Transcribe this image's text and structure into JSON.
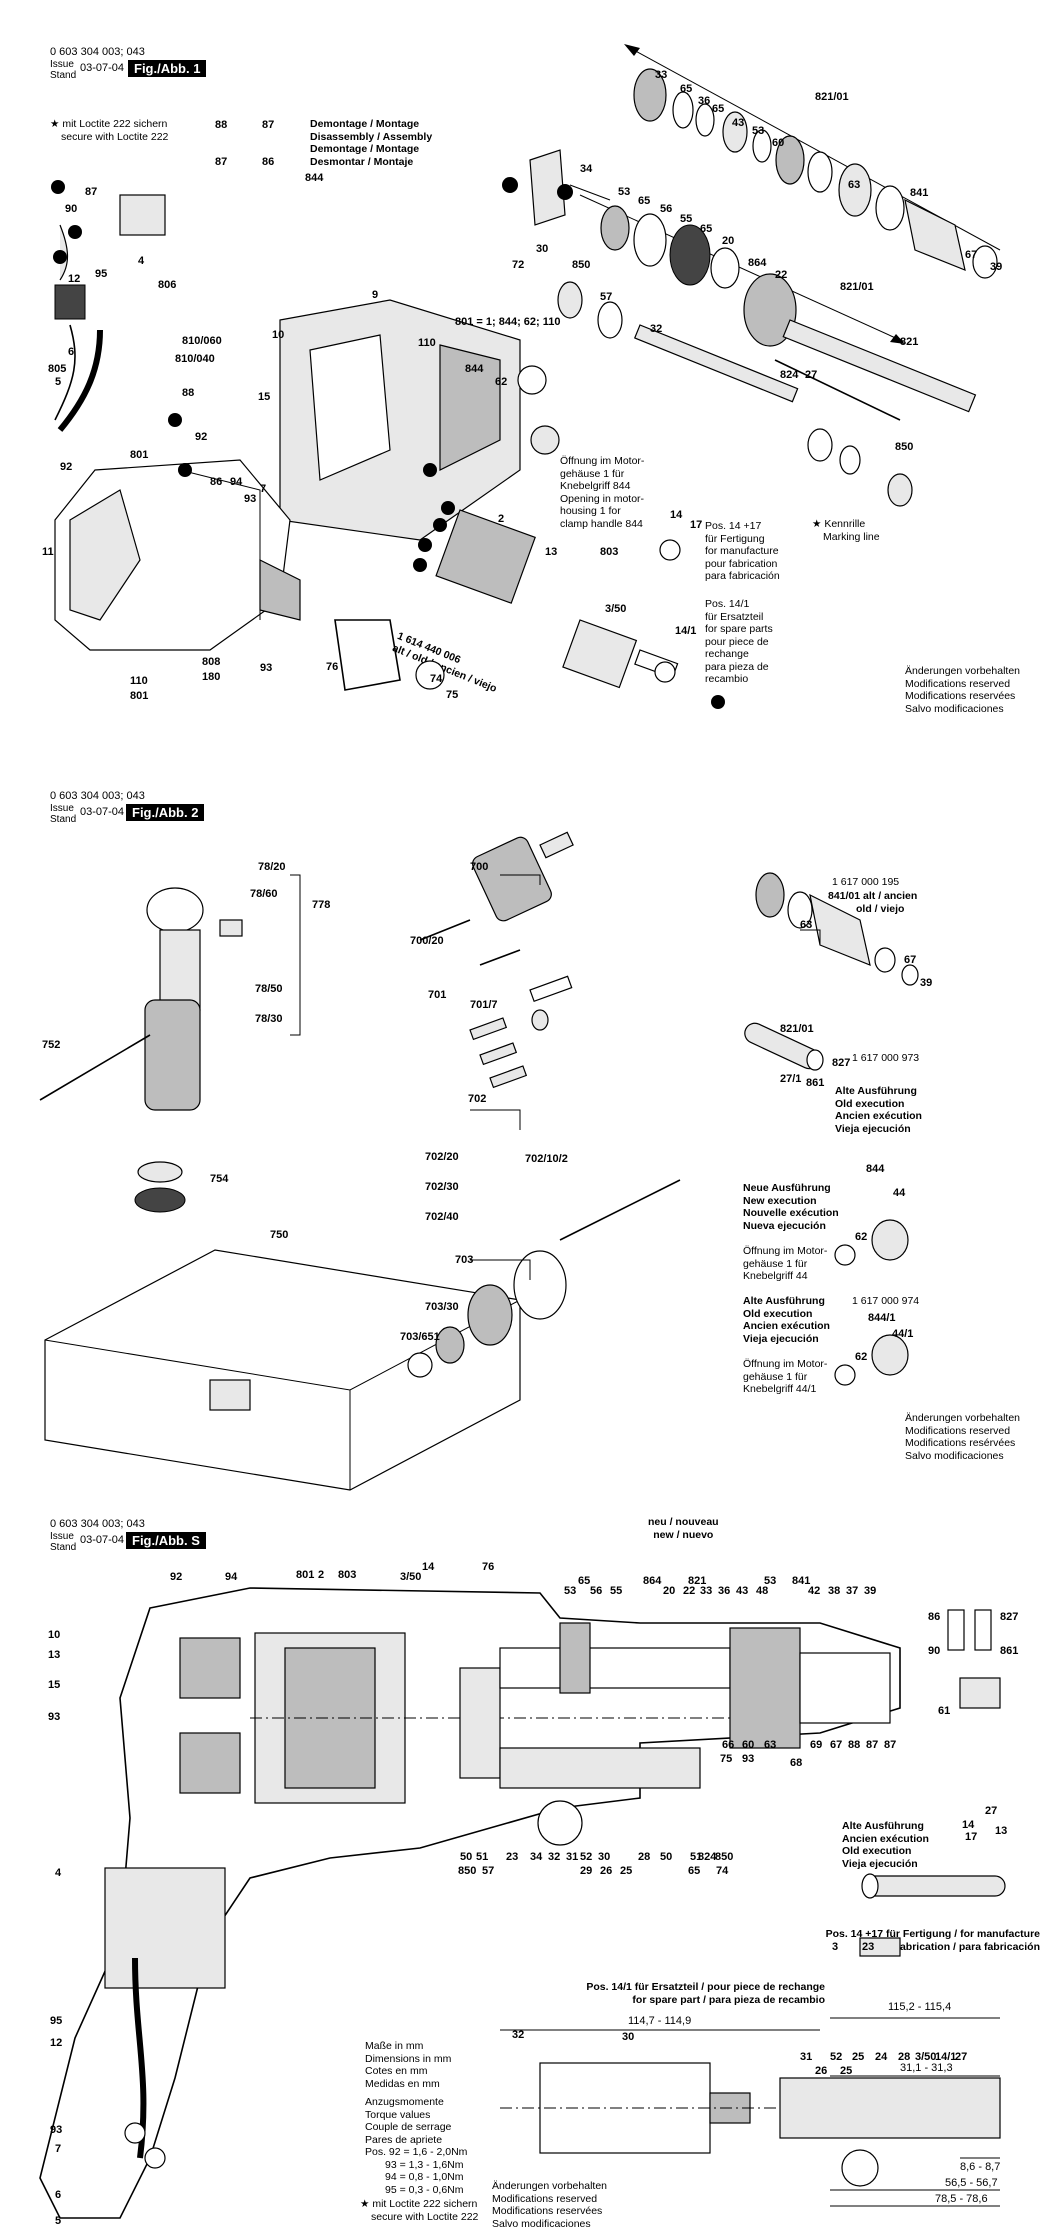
{
  "doc": {
    "number": "0 603 304 003; 043",
    "issue_label": "Issue",
    "stand_label": "Stand",
    "date": "03-07-04"
  },
  "fig1": {
    "label": "Fig./Abb. 1",
    "loctite": [
      "mit Loctite 222 sichern",
      "secure with Loctite 222"
    ],
    "demontage": [
      "Demontage / Montage",
      "Disassembly / Assembly",
      "Demontage / Montage",
      "Desmontar / Montaje"
    ],
    "opening": [
      "Öffnung im Motor-",
      "gehäuse 1 für",
      "Knebelgriff 844",
      "Opening in motor-",
      "housing 1 for",
      "clamp handle 844"
    ],
    "kennrille": [
      "Kennrille",
      "Marking line"
    ],
    "pos14": [
      "Pos. 14 +17",
      "für Fertigung",
      "for manufacture",
      "pour fabrication",
      "para fabricación"
    ],
    "pos14_1": [
      "Pos. 14/1",
      "für Ersatzteil",
      "for spare parts",
      "pour piece de",
      "rechange",
      "para pieza de",
      "recambio"
    ],
    "old_part": [
      "1 614 440 006",
      "alt / old / ancien / viejo"
    ],
    "changes": [
      "Änderungen vorbehalten",
      "Modifications reserved",
      "Modifications reservées",
      "Salvo modificaciones"
    ],
    "callouts": [
      "33",
      "65",
      "36",
      "65",
      "43",
      "53",
      "60",
      "821/01",
      "63",
      "841",
      "67",
      "39",
      "34",
      "53",
      "65",
      "56",
      "55",
      "65",
      "20",
      "864",
      "22",
      "821/01",
      "72",
      "30",
      "850",
      "57",
      "32",
      "821",
      "824",
      "27",
      "850",
      "87",
      "90",
      "95",
      "806",
      "4",
      "12",
      "6",
      "805",
      "5",
      "10",
      "810/060",
      "810/040",
      "88",
      "15",
      "92",
      "86",
      "94",
      "9",
      "801 = 1; 844; 62; 110",
      "844",
      "62",
      "110",
      "801",
      "92",
      "11",
      "7",
      "93",
      "2",
      "13",
      "803",
      "3/50",
      "14/1",
      "14",
      "17",
      "808",
      "180",
      "110",
      "801",
      "93",
      "76",
      "75",
      "74",
      "844",
      "88",
      "87",
      "87",
      "86"
    ]
  },
  "fig2": {
    "label": "Fig./Abb. 2",
    "part_1617000195": "1 617 000 195",
    "old_ancien": [
      "841/01 alt / ancien",
      "old / viejo"
    ],
    "part_1617000973": "1 617 000 973",
    "alte": [
      "Alte Ausführung",
      "Old execution",
      "Ancien exécution",
      "Vieja ejecución"
    ],
    "neue": [
      "Neue Ausführung",
      "New execution",
      "Nouvelle exécution",
      "Nueva ejecución"
    ],
    "opening44": [
      "Öffnung im Motor-",
      "gehäuse 1 für",
      "Knebelgriff 44"
    ],
    "part_1617000974": "1 617 000 974",
    "opening44_1": [
      "Öffnung im Motor-",
      "gehäuse 1 für",
      "Knebelgriff 44/1"
    ],
    "changes": [
      "Änderungen vorbehalten",
      "Modifications reserved",
      "Modifications resérvées",
      "Salvo modificaciones"
    ],
    "callouts": [
      "78/20",
      "78/60",
      "778",
      "78/50",
      "78/30",
      "752",
      "754",
      "750",
      "700",
      "700/20",
      "701",
      "701/7",
      "702",
      "702/20",
      "702/30",
      "702/40",
      "702/10/2",
      "703",
      "703/30",
      "703/651",
      "63",
      "67",
      "39",
      "821/01",
      "827",
      "27/1",
      "861",
      "844",
      "44",
      "62",
      "844/1",
      "44/1",
      "62"
    ]
  },
  "figS": {
    "label": "Fig./Abb. S",
    "neu": [
      "neu / nouveau",
      "new / nuevo"
    ],
    "dimensions": [
      "Maße in mm",
      "Dimensions in mm",
      "Cotes en mm",
      "Medidas en mm"
    ],
    "torque": [
      "Anzugsmomente",
      "Torque values",
      "Couple de serrage",
      "Pares de apriete"
    ],
    "torque_values": [
      "Pos. 92 = 1,6 - 2,0Nm",
      "93 = 1,3 - 1,6Nm",
      "94 = 0,8 - 1,0Nm",
      "95 = 0,3 - 0,6Nm"
    ],
    "loctite": [
      "mit Loctite 222 sichern",
      "secure with Loctite 222"
    ],
    "alte": [
      "Alte Ausführung",
      "Ancien exécution",
      "Old execution",
      "Vieja ejecución"
    ],
    "pos14": [
      "Pos. 14 +17 für Fertigung / for manufacture",
      "pour fabrication / para fabricación"
    ],
    "pos14_1": [
      "Pos. 14/1 für Ersatzteil / pour piece de rechange",
      "for spare part / para pieza de recambio"
    ],
    "dims": [
      "115,2 - 115,4",
      "114,7 - 114,9",
      "31,1 - 31,3",
      "8,6 - 8,7",
      "56,5 - 56,7",
      "78,5 - 78,6"
    ],
    "changes": [
      "Änderungen vorbehalten",
      "Modifications reserved",
      "Modifications reservées",
      "Salvo modificaciones"
    ],
    "callouts": [
      "92",
      "94",
      "801",
      "2",
      "803",
      "14",
      "3/50",
      "76",
      "65",
      "53",
      "56",
      "55",
      "864",
      "20",
      "22",
      "821",
      "33",
      "36",
      "43",
      "48",
      "53",
      "841",
      "42",
      "38",
      "37",
      "39",
      "10",
      "13",
      "15",
      "93",
      "4",
      "95",
      "12",
      "93",
      "7",
      "6",
      "5",
      "50",
      "51",
      "850",
      "57",
      "23",
      "34",
      "32",
      "31",
      "52",
      "29",
      "30",
      "26",
      "25",
      "28",
      "50",
      "51",
      "824",
      "850",
      "65",
      "74",
      "66",
      "75",
      "60",
      "93",
      "63",
      "68",
      "69",
      "67",
      "88",
      "87",
      "87",
      "86",
      "90",
      "827",
      "861",
      "61",
      "27",
      "14",
      "17",
      "13",
      "3",
      "23",
      "32",
      "30",
      "31",
      "52",
      "25",
      "26",
      "25",
      "24",
      "28",
      "3/50",
      "14/1",
      "27"
    ]
  }
}
